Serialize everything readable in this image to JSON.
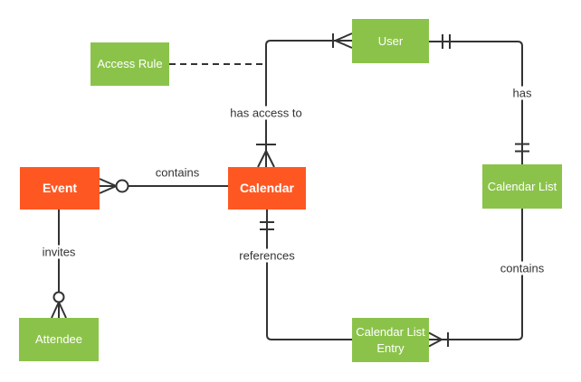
{
  "diagram": {
    "type": "entity-relationship (crow's foot notation)",
    "colors": {
      "primary_entity": "#FF5722",
      "secondary_entity": "#8BC34A",
      "entity_text": "#FFFFFF",
      "connector": "#333333",
      "label_text": "#333333",
      "label_background": "#FFFFFF",
      "background": "#FFFFFF"
    },
    "entities": [
      {
        "label": "Event",
        "variant": "primary"
      },
      {
        "label": "Calendar",
        "variant": "primary"
      },
      {
        "label": "User",
        "variant": "secondary"
      },
      {
        "label": "Access Rule",
        "variant": "secondary"
      },
      {
        "label": "Calendar List",
        "variant": "secondary"
      },
      {
        "label": "Calendar List Entry",
        "variant": "secondary"
      },
      {
        "label": "Attendee",
        "variant": "secondary"
      }
    ],
    "relationships": [
      {
        "label": "contains",
        "from": "Event",
        "to": "Calendar",
        "from_cardinality": "zero-or-many",
        "to_cardinality": "none",
        "line": "solid"
      },
      {
        "label": "has access to",
        "from": "Calendar",
        "to": "User",
        "from_cardinality": "one-or-many",
        "to_cardinality": "one-or-many",
        "line": "solid"
      },
      {
        "label": "has",
        "from": "User",
        "to": "Calendar List",
        "from_cardinality": "exactly-one",
        "to_cardinality": "exactly-one",
        "line": "solid"
      },
      {
        "label": "contains",
        "from": "Calendar List",
        "to": "Calendar List Entry",
        "from_cardinality": "none",
        "to_cardinality": "one-or-many",
        "line": "solid"
      },
      {
        "label": "references",
        "from": "Calendar",
        "to": "Calendar List Entry",
        "from_cardinality": "exactly-one",
        "to_cardinality": "none",
        "line": "solid"
      },
      {
        "label": "invites",
        "from": "Event",
        "to": "Attendee",
        "from_cardinality": "none",
        "to_cardinality": "zero-or-many",
        "line": "solid"
      },
      {
        "label": "",
        "from": "Access Rule",
        "to": "Calendar-User relationship",
        "from_cardinality": "none",
        "to_cardinality": "none",
        "line": "dashed"
      }
    ]
  }
}
